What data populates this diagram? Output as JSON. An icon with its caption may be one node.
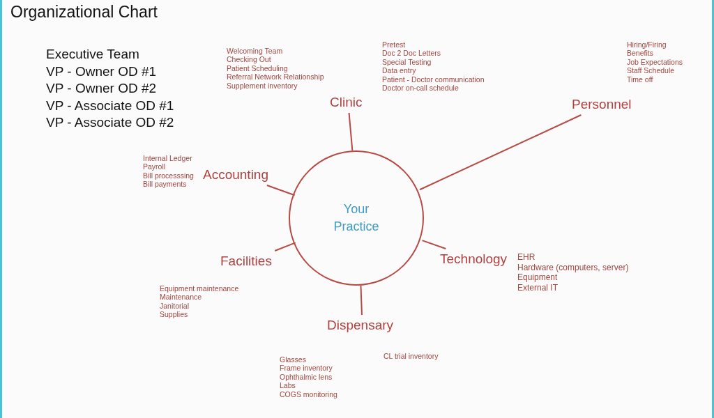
{
  "diagram": {
    "title": "Organizational Chart",
    "nodes": [
      {
        "text": [
          "Clinic"
        ],
        "beside": [
          "Welcoming Team",
          "Checking Out",
          "Patient Scheduling",
          "Referral Network Relationship",
          "Supplement inventory",
          "Pretest",
          "Doc 2 Doc Letters",
          "Special Testing",
          "Data entry",
          "Patient - Doctor communication",
          "Doctor on-call schedule"
        ]
      },
      {
        "text": [
          "Personnel"
        ],
        "beside": [
          "Hiring/Firing",
          "Benefits",
          "Job Expectations",
          "Staff Schedule",
          "Time off"
        ]
      },
      {
        "text": [
          "Accounting"
        ],
        "beside": [
          "Internal Ledger",
          "Payroll",
          "Bill processsing",
          "Bill payments"
        ]
      },
      {
        "text": [
          "Your Practice"
        ]
      },
      {
        "text": [
          "Technology"
        ],
        "beside": [
          "EHR",
          "Hardware (computers, server)",
          "Equipment",
          "External IT"
        ]
      },
      {
        "text": [
          "Facilities"
        ],
        "beside": [
          "Equipment maintenance",
          "Maintenance",
          "Janitorial",
          "Supplies"
        ]
      },
      {
        "text": [
          "Dispensary"
        ],
        "beside": [
          "Glasses",
          "Frame inventory",
          "Ophthalmic lens",
          "Labs",
          "COGS monitoring",
          "CL trial inventory"
        ]
      }
    ],
    "edges": [
      {
        "from": 3,
        "to": 0,
        "arrow": "none"
      },
      {
        "from": 3,
        "to": 1,
        "arrow": "none"
      },
      {
        "from": 3,
        "to": 2,
        "arrow": "none"
      },
      {
        "from": 3,
        "to": 4,
        "arrow": "none"
      },
      {
        "from": 3,
        "to": 5,
        "arrow": "none"
      },
      {
        "from": 3,
        "to": 6,
        "arrow": "none"
      }
    ],
    "labels": [
      "Executive Team",
      "VP - Owner OD #1",
      "VP - Owner OD #2",
      "VP - Associate OD #1",
      "VP - Associate OD #2"
    ]
  }
}
